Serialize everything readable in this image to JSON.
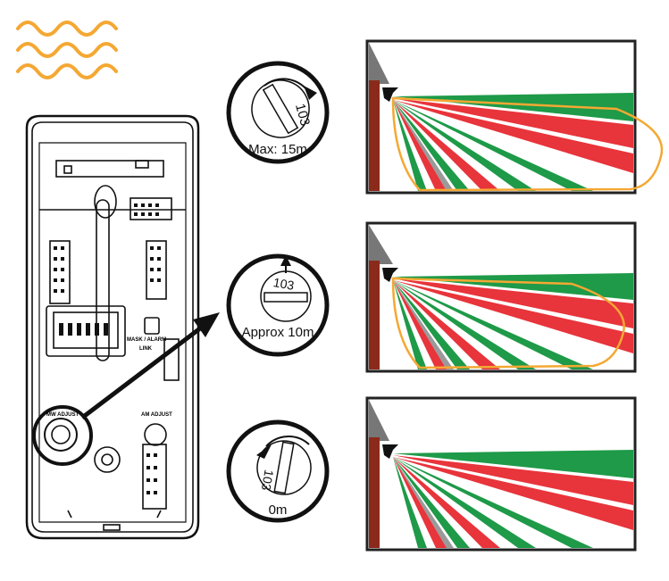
{
  "dials": [
    {
      "id": "max",
      "label": "Max: 15m",
      "code": "103",
      "arrow": "clockwise"
    },
    {
      "id": "approx",
      "label": "Approx 10m",
      "code": "103",
      "arrow": "up"
    },
    {
      "id": "zero",
      "label": "0m",
      "code": "103",
      "arrow": "counterclockwise"
    }
  ],
  "device": {
    "mw_adjust_label": "MW ADJUST",
    "am_adjust_label": "AM ADJUST",
    "mask_alarm_label": "MASK / ALARM",
    "link_label": "LINK"
  },
  "colors": {
    "green": "#1e9a48",
    "red": "#e8343b",
    "orange": "#f4a833",
    "wall": "#8b2a1a",
    "grey": "#9a9a9a"
  },
  "icons": {
    "microwave_waves": "microwave-waves-icon",
    "sensor": "pir-sensor-icon"
  }
}
